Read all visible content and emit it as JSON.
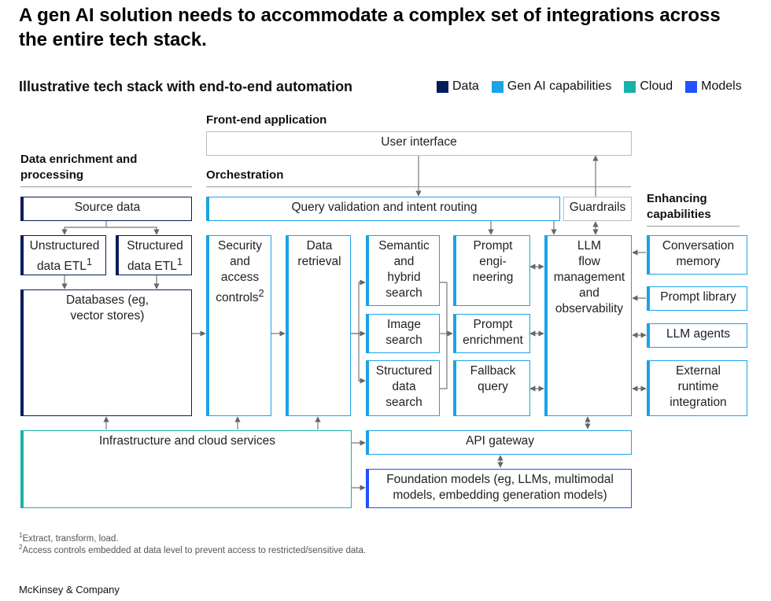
{
  "title": "A gen AI solution needs to accommodate a complex set of integrations across the entire tech stack.",
  "subtitle": "Illustrative tech stack with end-to-end automation",
  "legend": [
    {
      "label": "Data",
      "color": "#051c5c"
    },
    {
      "label": "Gen AI capabilities",
      "color": "#1aa3e8"
    },
    {
      "label": "Cloud",
      "color": "#17b3a8"
    },
    {
      "label": "Models",
      "color": "#2251ff"
    }
  ],
  "sections": {
    "data_enrichment": "Data enrichment and processing",
    "front_end": "Front-end application",
    "orchestration": "Orchestration",
    "enhancing": "Enhancing capabilities"
  },
  "boxes": {
    "user_interface": "User interface",
    "source_data": "Source data",
    "query_validation": "Query validation and intent routing",
    "guardrails": "Guardrails",
    "unstructured_etl": "Unstructured data ETL",
    "structured_etl": "Structured data ETL",
    "databases": "Databases (eg, vector stores)",
    "security": "Security and access controls",
    "data_retrieval": "Data retrieval",
    "semantic_search": "Semantic and hybrid search",
    "image_search": "Image search",
    "structured_search": "Structured data search",
    "prompt_engineering": "Prompt engi-neering",
    "prompt_enrichment": "Prompt enrichment",
    "fallback_query": "Fallback query",
    "llm_flow": "LLM flow management and observability",
    "conversation_memory": "Conversation memory",
    "prompt_library": "Prompt library",
    "llm_agents": "LLM agents",
    "external_runtime": "External runtime integration",
    "infrastructure": "Infrastructure and cloud services",
    "api_gateway": "API gateway",
    "foundation_models": "Foundation models (eg, LLMs, multimodal models, embedding generation models)"
  },
  "footnote_marks": {
    "one": "1",
    "two": "2"
  },
  "footnotes": [
    {
      "mark": "1",
      "text": "Extract, transform, load."
    },
    {
      "mark": "2",
      "text": "Access controls embedded at data level to prevent access to restricted/sensitive data."
    }
  ],
  "brand": "McKinsey & Company"
}
